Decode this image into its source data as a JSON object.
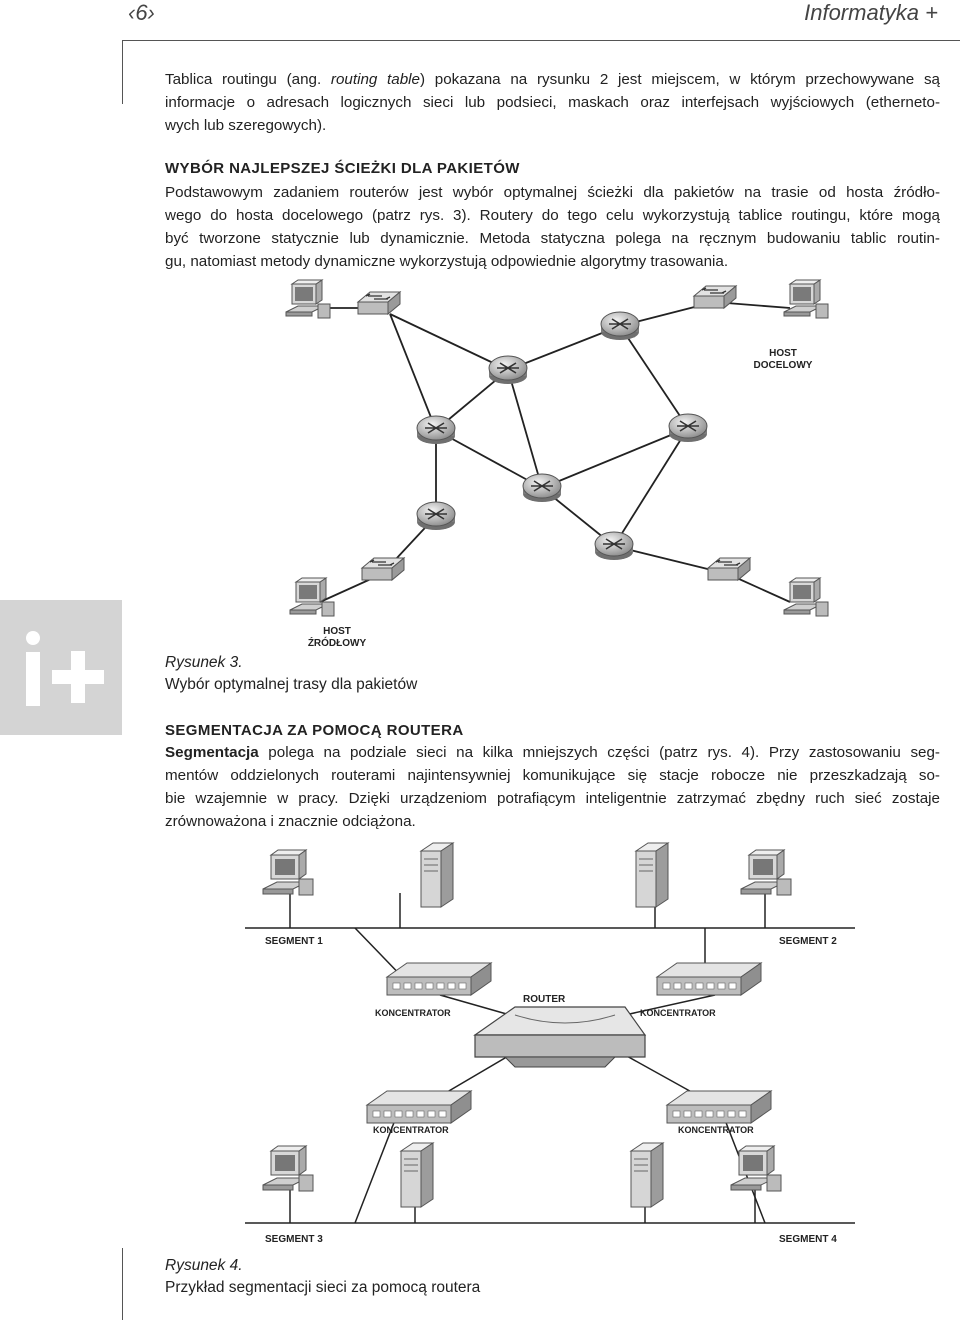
{
  "header": {
    "page_number": "‹6›",
    "brand": "Informatyka +"
  },
  "intro": {
    "line1_a": "Tablica routingu (ang. ",
    "line1_em": "routing table",
    "line1_b": ") pokazana na rysunku 2 jest miejscem, w którym przechowywane są",
    "line2": "informacje o adresach logicznych sieci lub podsieci, maskach oraz interfejsach wyjściowych (etherneto-",
    "line3": "wych lub szeregowych)."
  },
  "section1": {
    "heading": "WYBÓR NAJLEPSZEJ ŚCIEŻKI DLA PAKIETÓW",
    "lines": [
      "Podstawowym zadaniem routerów jest wybór optymalnej ścieżki dla pakietów na trasie od hosta źródło-",
      "wego do hosta docelowego (patrz rys. 3). Routery do tego celu wykorzystują tablice routingu, które mogą",
      "być tworzone statycznie lub dynamicznie. Metoda statyczna polega na ręcznym budowaniu tablic routin-",
      "gu, natomiast metody dynamiczne wykorzystują odpowiednie algorytmy trasowania."
    ]
  },
  "figure3": {
    "host_dest_line1": "HOST",
    "host_dest_line2": "DOCELOWY",
    "host_src_line1": "HOST",
    "host_src_line2": "ŹRÓDŁOWY",
    "caption_label": "Rysunek 3.",
    "caption_text": "Wybór optymalnej trasy dla pakietów"
  },
  "section2": {
    "heading": "SEGMENTACJA ZA POMOCĄ ROUTERA",
    "bold_lead": "Segmentacja",
    "line1_rest": " polega na podziale sieci na kilka mniejszych części (patrz rys. 4). Przy zastosowaniu seg-",
    "lines": [
      "mentów oddzielonych routerami najintensywniej komunikujące się stacje robocze nie przeszkadzają so-",
      "bie wzajemnie w pracy. Dzięki urządzeniom potrafiącym inteligentnie zatrzymać zbędny ruch sieć zostaje",
      "zrównoważona i znacznie odciążona."
    ]
  },
  "figure4": {
    "segment1": "SEGMENT 1",
    "segment2": "SEGMENT 2",
    "segment3": "SEGMENT 3",
    "segment4": "SEGMENT 4",
    "router": "ROUTER",
    "hub_top_left": "KONCENTRATOR",
    "hub_top_right": "KONCENTRATOR",
    "hub_bottom_left": "KONCENTRATOR",
    "hub_bottom_right": "KONCENTRATOR",
    "caption_label": "Rysunek 4.",
    "caption_text": "Przykład segmentacji sieci za pomocą routera"
  },
  "side_tab": {
    "logo_text": "i+"
  }
}
